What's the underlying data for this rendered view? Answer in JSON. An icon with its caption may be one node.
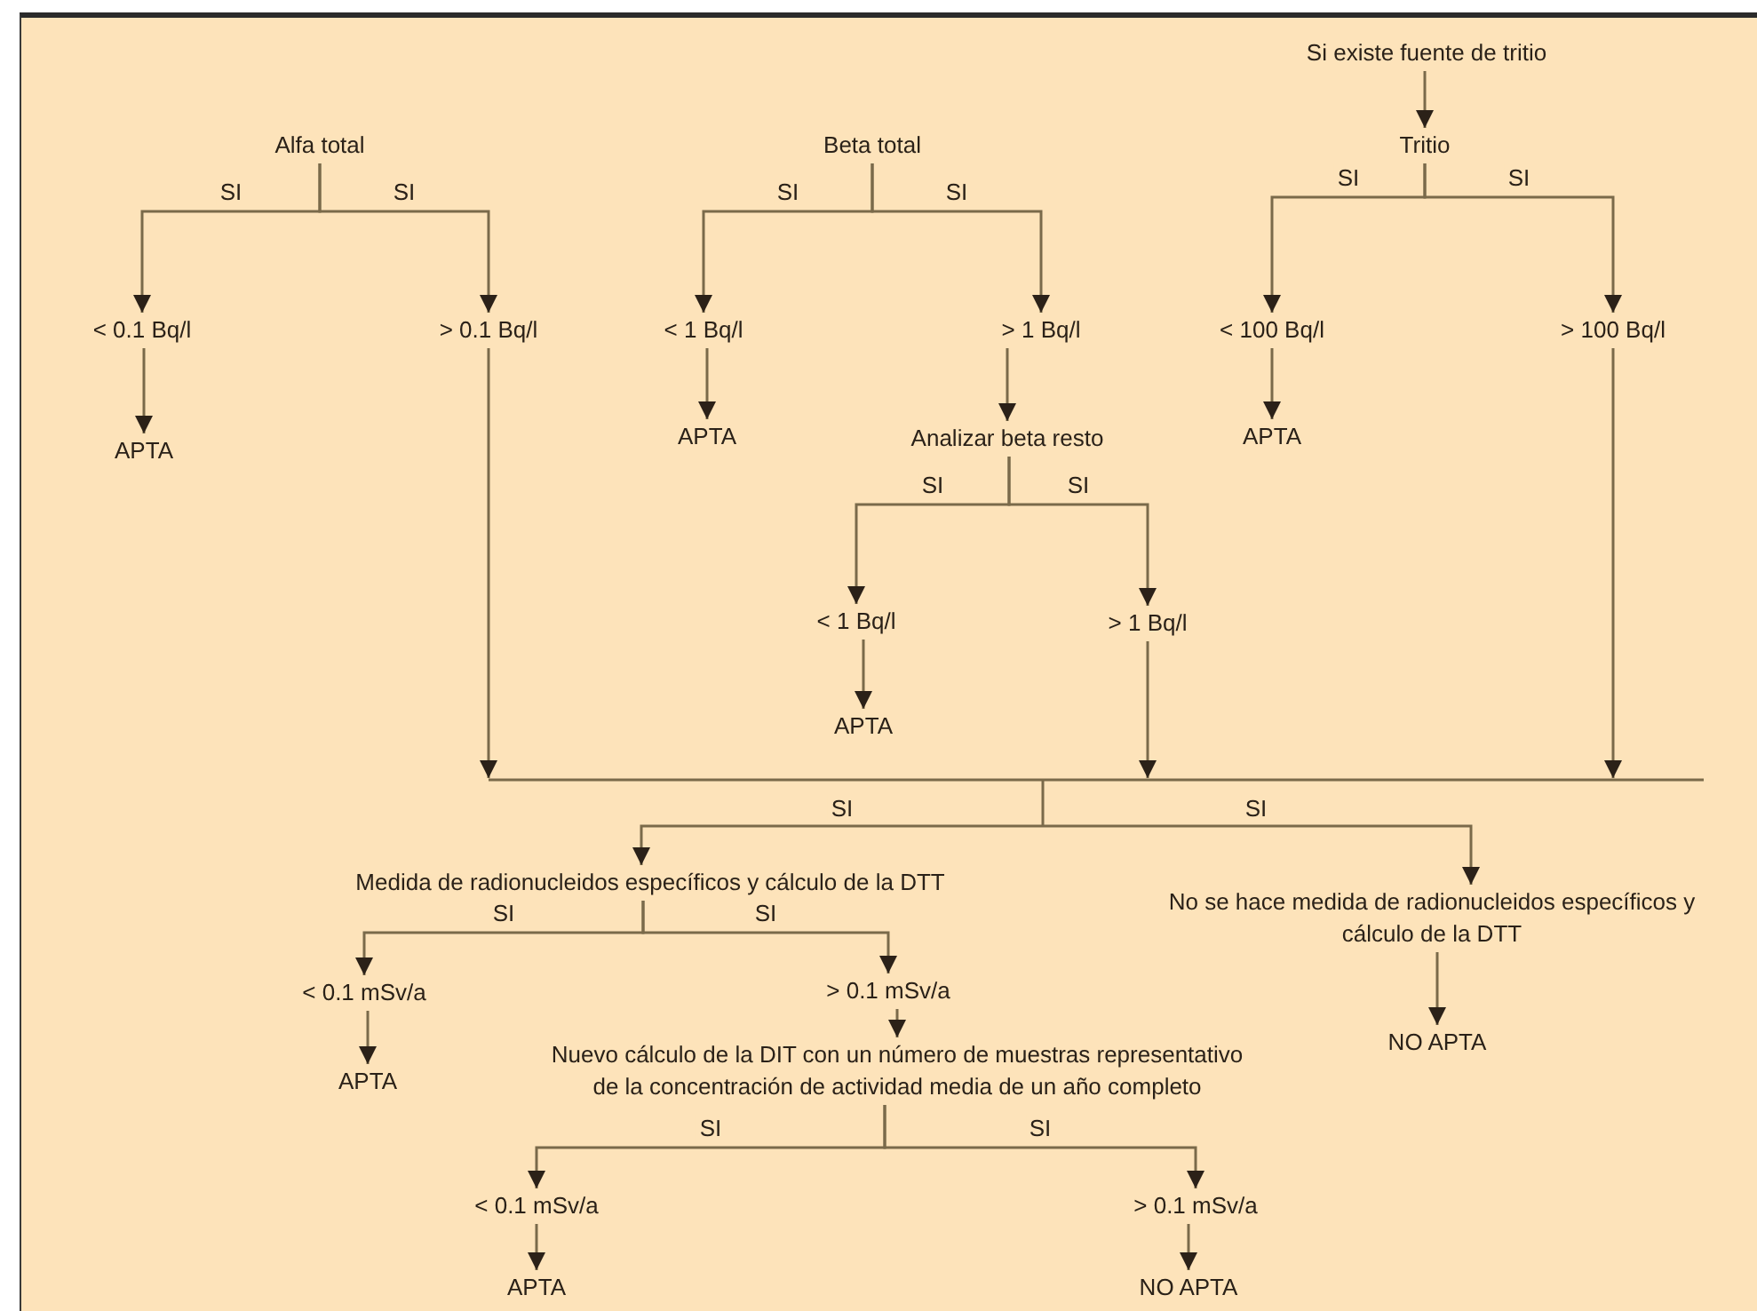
{
  "diagram": {
    "nodes": [
      {
        "text": [
          "Alfa total"
        ]
      },
      {
        "text": [
          "< 0.1 Bq/l"
        ]
      },
      {
        "text": [
          "> 0.1 Bq/l"
        ]
      },
      {
        "text": [
          "APTA"
        ]
      },
      {
        "text": [
          "Beta total"
        ]
      },
      {
        "text": [
          "< 1 Bq/l"
        ]
      },
      {
        "text": [
          "APTA"
        ]
      },
      {
        "text": [
          "> 1 Bq/l"
        ]
      },
      {
        "text": [
          "Analizar beta resto"
        ]
      },
      {
        "text": [
          "< 1 Bq/l"
        ]
      },
      {
        "text": [
          "APTA"
        ]
      },
      {
        "text": [
          "> 1 Bq/l"
        ]
      },
      {
        "text": [
          "Si existe fuente de tritio"
        ]
      },
      {
        "text": [
          "Tritio"
        ]
      },
      {
        "text": [
          "< 100 Bq/l"
        ]
      },
      {
        "text": [
          "APTA"
        ]
      },
      {
        "text": [
          "> 100 Bq/l"
        ]
      },
      {
        "text": [
          "Medida de radionucleidos específicos y cálculo de la DTT"
        ]
      },
      {
        "text": [
          "No se hace medida de radionucleidos específicos y cálculo de la DTT"
        ]
      },
      {
        "text": [
          "< 0.1 mSv/a"
        ]
      },
      {
        "text": [
          "APTA"
        ]
      },
      {
        "text": [
          "> 0.1 mSv/a"
        ]
      },
      {
        "text": [
          "Nuevo cálculo de la DIT con un número de muestras representativo de la concentración de actividad media de un año completo"
        ]
      },
      {
        "text": [
          "< 0.1 mSv/a"
        ]
      },
      {
        "text": [
          "APTA"
        ]
      },
      {
        "text": [
          "> 0.1 mSv/a"
        ]
      },
      {
        "text": [
          "NO APTA"
        ]
      },
      {
        "text": [
          "NO APTA"
        ]
      }
    ],
    "edges": [
      {
        "from": 0,
        "to": 1,
        "arrow": "to",
        "label": "SI"
      },
      {
        "from": 0,
        "to": 2,
        "arrow": "to",
        "label": "SI"
      },
      {
        "from": 1,
        "to": 3,
        "arrow": "to"
      },
      {
        "from": 4,
        "to": 5,
        "arrow": "to",
        "label": "SI"
      },
      {
        "from": 4,
        "to": 7,
        "arrow": "to",
        "label": "SI"
      },
      {
        "from": 5,
        "to": 6,
        "arrow": "to"
      },
      {
        "from": 7,
        "to": 8,
        "arrow": "to"
      },
      {
        "from": 8,
        "to": 9,
        "arrow": "to",
        "label": "SI"
      },
      {
        "from": 8,
        "to": 11,
        "arrow": "to",
        "label": "SI"
      },
      {
        "from": 9,
        "to": 10,
        "arrow": "to"
      },
      {
        "from": 12,
        "to": 13,
        "arrow": "to"
      },
      {
        "from": 13,
        "to": 14,
        "arrow": "to",
        "label": "SI"
      },
      {
        "from": 13,
        "to": 16,
        "arrow": "to",
        "label": "SI"
      },
      {
        "from": 14,
        "to": 15,
        "arrow": "to"
      },
      {
        "from": 2,
        "to": 17,
        "arrow": "to"
      },
      {
        "from": 2,
        "to": 18,
        "arrow": "to"
      },
      {
        "from": 11,
        "to": 17,
        "arrow": "to"
      },
      {
        "from": 11,
        "to": 18,
        "arrow": "to"
      },
      {
        "from": 16,
        "to": 17,
        "arrow": "to"
      },
      {
        "from": 16,
        "to": 18,
        "arrow": "to"
      },
      {
        "from": 17,
        "to": 19,
        "arrow": "to",
        "label": "SI"
      },
      {
        "from": 17,
        "to": 21,
        "arrow": "to",
        "label": "SI"
      },
      {
        "from": 18,
        "to": 27,
        "arrow": "to"
      },
      {
        "from": 19,
        "to": 20,
        "arrow": "to"
      },
      {
        "from": 21,
        "to": 22,
        "arrow": "to"
      },
      {
        "from": 22,
        "to": 23,
        "arrow": "to",
        "label": "SI"
      },
      {
        "from": 22,
        "to": 25,
        "arrow": "to",
        "label": "SI"
      },
      {
        "from": 23,
        "to": 24,
        "arrow": "to"
      },
      {
        "from": 25,
        "to": 26,
        "arrow": "to"
      }
    ],
    "labels": [
      "SI",
      "SI"
    ]
  }
}
